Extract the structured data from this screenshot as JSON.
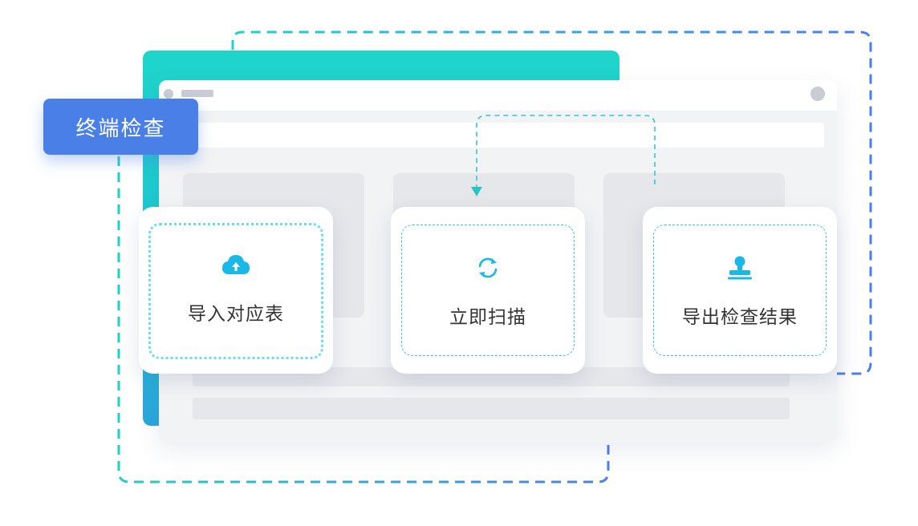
{
  "badge": {
    "label": "终端检查"
  },
  "cards": [
    {
      "label": "导入对应表",
      "icon": "cloud-upload-icon"
    },
    {
      "label": "立即扫描",
      "icon": "refresh-icon"
    },
    {
      "label": "导出检查结果",
      "icon": "stamp-icon"
    }
  ],
  "colors": {
    "teal": "#1fd5cb",
    "blue": "#4a7fe8",
    "icon": "#1ab8e6",
    "dashed": "#3ec6d6",
    "text": "#333333"
  }
}
